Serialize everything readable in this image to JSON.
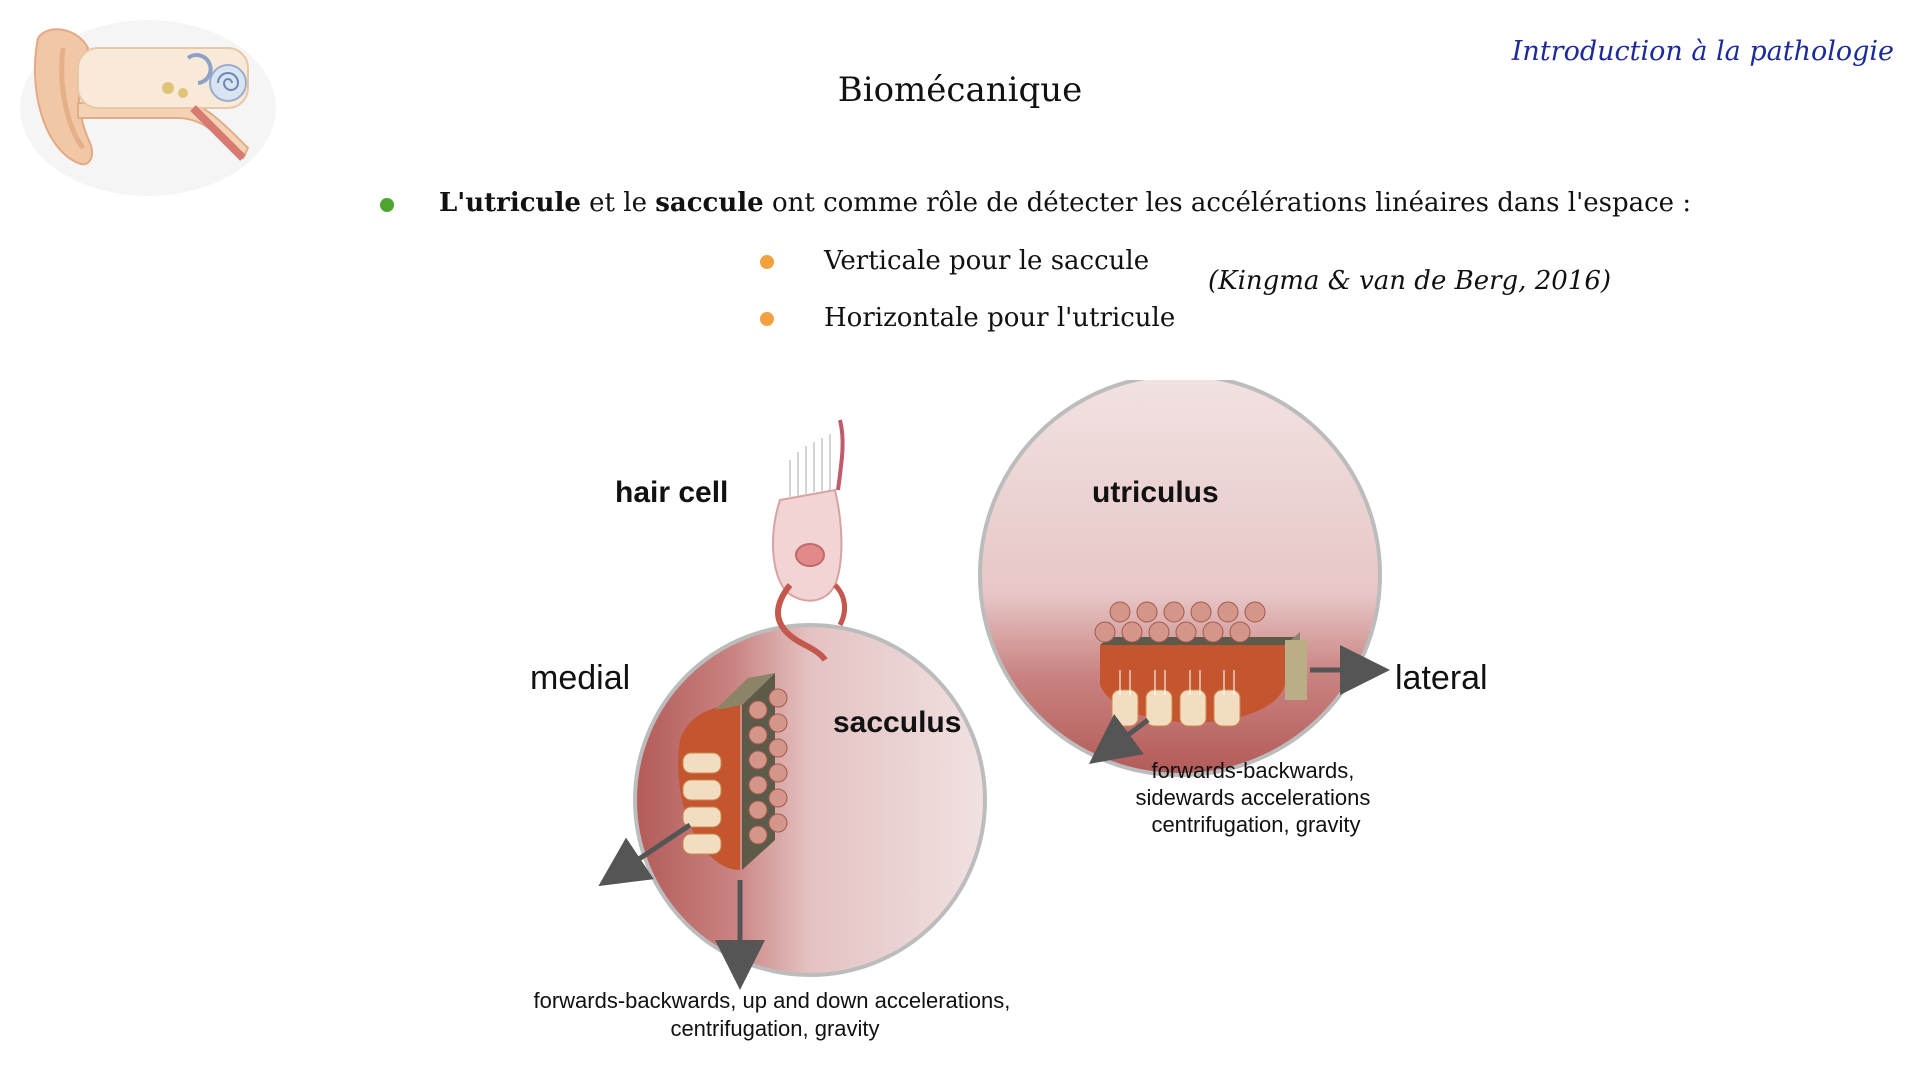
{
  "header": {
    "subtitle": "Introduction à la pathologie",
    "logo_icon": "ear-anatomy-icon"
  },
  "slide": {
    "title": "Biomécanique"
  },
  "bullets": {
    "main": {
      "strong1": "L'utricule",
      "text1": " et le ",
      "strong2": "saccule",
      "text2": " ont comme rôle de détecter les accélérations linéaires dans l'espace :"
    },
    "sub": [
      "Verticale pour le saccule",
      "Horizontale pour l'utricule"
    ],
    "colors": {
      "main_dot": "#4ca52d",
      "sub_dot": "#f3a040"
    }
  },
  "citation": "(Kingma & van de Berg, 2016)",
  "diagram": {
    "hair_cell_label": "hair cell",
    "utriculus_label": "utriculus",
    "sacculus_label": "sacculus",
    "medial_label": "medial",
    "lateral_label": "lateral",
    "utriculus_caption": [
      "forwards-backwards,",
      "sidewards accelerations",
      "centrifugation, gravity"
    ],
    "sacculus_caption": [
      "forwards-backwards, up and down accelerations,",
      "centrifugation, gravity"
    ],
    "colors": {
      "sphere": "#e9c7c7",
      "sphere_dark": "#b9615f",
      "macula": "#c3532f",
      "arrow": "#555555"
    }
  }
}
